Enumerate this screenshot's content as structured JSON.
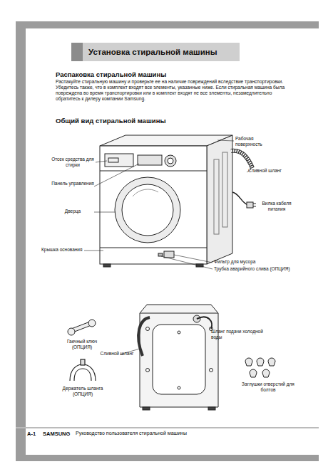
{
  "diagram": {
    "title": "Установка стиральной машины",
    "labels": [
      "Распаковка стиральной машины",
      "Распакуйте стиральную машину и проверьте ее на наличие повреждений вследствие транспортировки. Убедитесь также, что в комплект входят все элементы, указанные ниже. Если стиральная машина была повреждена во время транспортировки или в комплект входят не все элементы, незамедлительно обратитесь к дилеру компании Samsung.",
      "Общий вид стиральной машины",
      "Рабочая поверхность",
      "Отсек средства для стирки",
      "Панель управления",
      "Дверца",
      "Крышка основания",
      "Сливной шланг",
      "Вилка кабеля питания",
      "Фильтр для мусора",
      "Трубка аварийного слива (ОПЦИЯ)",
      "Гаечный ключ (ОПЦИЯ)",
      "Держатель шланга (ОПЦИЯ)",
      "Сливной шланг",
      "Шланг подачи холодной воды",
      "Заглушки отверстий для болтов",
      "A-1",
      "SAMSUNG",
      "Руководство пользователя стиральной машины"
    ]
  }
}
